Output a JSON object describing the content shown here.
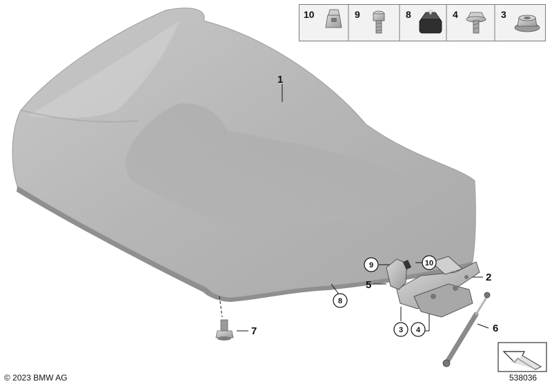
{
  "callouts": {
    "hood": "1",
    "hinge": "2",
    "hinge_bolt": "5",
    "gas_strut": "6",
    "hood_stop": "7",
    "hood_buffer": "8",
    "circle_screw": "9",
    "circle_clip": "10",
    "circle_nut": "3",
    "circle_bolt": "4"
  },
  "parts_strip": {
    "items": [
      {
        "number": "10",
        "icon": "spring-clip-icon"
      },
      {
        "number": "9",
        "icon": "hex-socket-screw-icon"
      },
      {
        "number": "8",
        "icon": "rubber-buffer-icon"
      },
      {
        "number": "4",
        "icon": "flange-bolt-icon"
      },
      {
        "number": "3",
        "icon": "flange-nut-icon"
      }
    ]
  },
  "copyright": "© 2023 BMW AG",
  "diagram_number": "538036",
  "colors": {
    "hood_fill": "#b9b9b9",
    "hood_highlight": "#d2d2d2",
    "hood_shadow": "#9e9e9e",
    "strip_bg": "#f2f2f2"
  }
}
